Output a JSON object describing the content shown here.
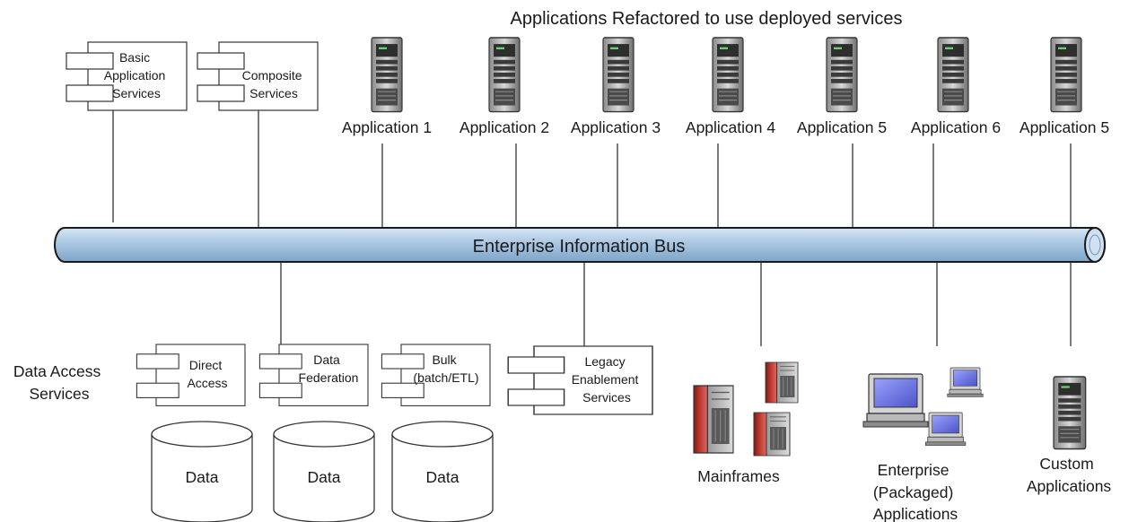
{
  "title": "Applications Refactored to use deployed services",
  "bus": {
    "label": "Enterprise Information Bus"
  },
  "services_top": [
    {
      "lines": [
        "Basic",
        "Application",
        "Services"
      ]
    },
    {
      "lines": [
        "Composite",
        "Services"
      ]
    }
  ],
  "applications": [
    "Application 1",
    "Application 2",
    "Application 3",
    "Application 4",
    "Application 5",
    "Application 6",
    "Application 5"
  ],
  "data_access": {
    "label_lines": [
      "Data Access",
      "Services"
    ],
    "components": [
      {
        "lines": [
          "Direct",
          "Access"
        ]
      },
      {
        "lines": [
          "Data",
          "Federation"
        ]
      },
      {
        "lines": [
          "Bulk",
          "(batch/ETL)"
        ]
      }
    ],
    "stores": [
      "Data",
      "Data",
      "Data"
    ]
  },
  "legacy": {
    "lines": [
      "Legacy",
      "Enablement",
      "Services"
    ]
  },
  "mainframes": {
    "label": "Mainframes"
  },
  "enterprise_apps": {
    "lines": [
      "Enterprise",
      "(Packaged)",
      "Applications"
    ]
  },
  "custom_apps": {
    "lines": [
      "Custom",
      "Applications"
    ]
  },
  "colors": {
    "bus_fill": "#9fbfdc",
    "bus_highlight": "#d5e6f4",
    "mainframe_red": "#b3302a",
    "monitor_screen": "#6b74e0"
  },
  "icons": [
    "server-icon",
    "component-icon",
    "database-icon",
    "mainframe-icon",
    "workstation-icon"
  ]
}
